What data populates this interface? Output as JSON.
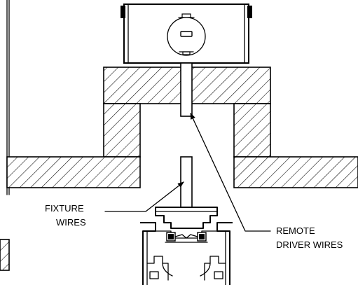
{
  "labels": {
    "fixture_line1": "FIXTURE",
    "fixture_line2": "WIRES",
    "remote_line1": "REMOTE",
    "remote_line2": "DRIVER WIRES"
  },
  "colors": {
    "line": "#000000",
    "background": "#ffffff"
  }
}
